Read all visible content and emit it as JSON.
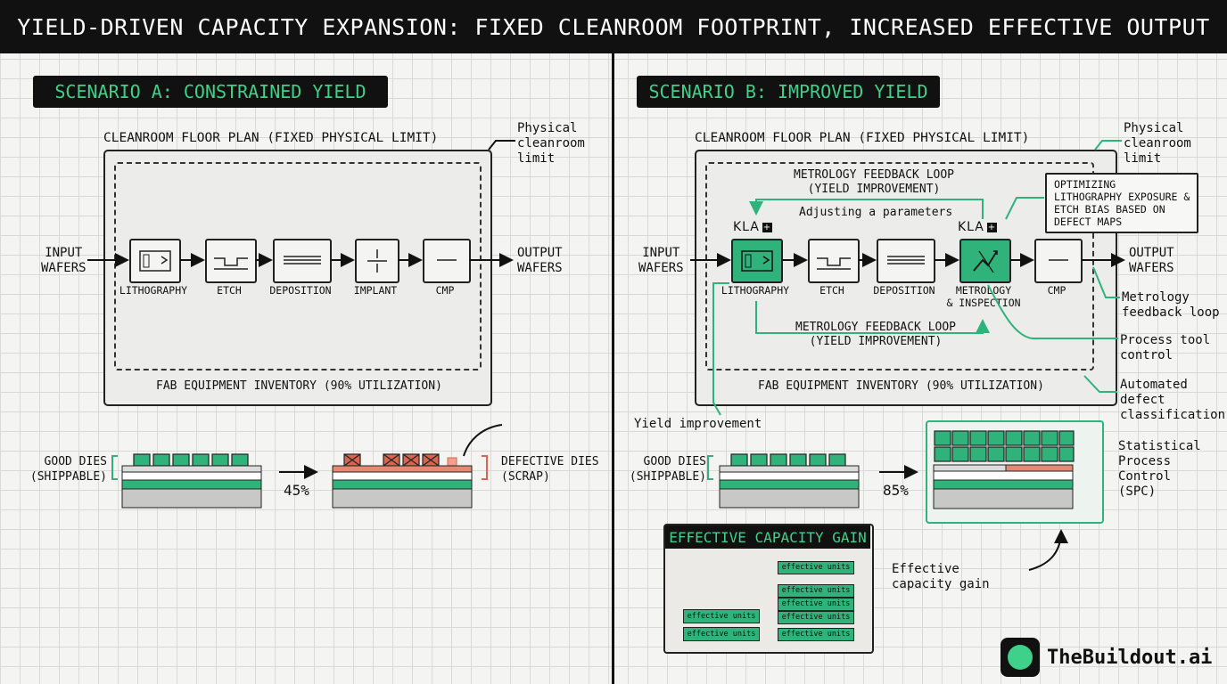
{
  "header": {
    "title": "YIELD-DRIVEN CAPACITY EXPANSION: FIXED CLEANROOM FOOTPRINT, INCREASED EFFECTIVE OUTPUT"
  },
  "colors": {
    "accent_green": "#2fb37a",
    "tag_green": "#3fd08a",
    "defect_red": "#d9654f",
    "ink": "#111111"
  },
  "scenario_a": {
    "tag": "SCENARIO A: CONSTRAINED YIELD",
    "floor_title": "CLEANROOM FLOOR PLAN (FIXED PHYSICAL LIMIT)",
    "limit_note": "Physical\ncleanroom\nlimit",
    "input": "INPUT\nWAFERS",
    "output": "OUTPUT\nWAFERS",
    "stations": [
      "LITHOGRAPHY",
      "ETCH",
      "DEPOSITION",
      "IMPLANT",
      "CMP"
    ],
    "inventory": "FAB EQUIPMENT INVENTORY (90% UTILIZATION)",
    "good_dies": "GOOD DIES\n(SHIPPABLE)",
    "defective_dies": "DEFECTIVE DIES\n(SCRAP)",
    "yield": "45%"
  },
  "scenario_b": {
    "tag": "SCENARIO B: IMPROVED YIELD",
    "floor_title": "CLEANROOM FLOOR PLAN (FIXED PHYSICAL LIMIT)",
    "limit_note": "Physical\ncleanroom\nlimit",
    "input": "INPUT\nWAFERS",
    "output": "OUTPUT\nWAFERS",
    "stations": [
      "LITHOGRAPHY",
      "ETCH",
      "DEPOSITION",
      "METROLOGY\n& INSPECTION",
      "CMP"
    ],
    "loop_top": "METROLOGY FEEDBACK LOOP\n(YIELD IMPROVEMENT)",
    "adjusting": "Adjusting a parameters",
    "loop_bottom": "METROLOGY FEEDBACK LOOP\n(YIELD IMPROVEMENT)",
    "kla_left": "KLA",
    "kla_right": "KLA",
    "optimizing_note": "OPTIMIZING\nLITHOGRAPHY EXPOSURE &\nETCH BIAS BASED ON\nDEFECT MAPS",
    "inventory": "FAB EQUIPMENT INVENTORY (90% UTILIZATION)",
    "good_dies": "GOOD DIES\n(SHIPPABLE)",
    "yield": "85%",
    "yield_improvement": "Yield improvement",
    "metrology_feedback": "Metrology\nfeedback loop",
    "process_tool": "Process tool\ncontrol",
    "automated_defect": "Automated\ndefect\nclassification",
    "spc": "Statistical\nProcess Control\n(SPC)",
    "eff_title": "EFFECTIVE CAPACITY GAIN",
    "eff_unit_label": "effective units",
    "eff_caption": "Effective\ncapacity gain"
  },
  "brand": {
    "name": "TheBuildout.ai"
  }
}
